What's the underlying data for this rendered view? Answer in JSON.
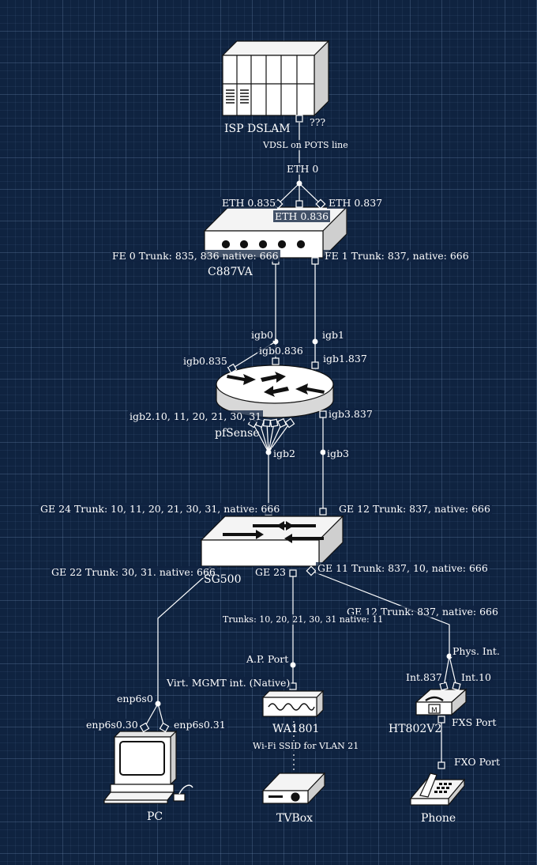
{
  "devices": {
    "dslam": "ISP DSLAM",
    "router": "C887VA",
    "firewall": "pfSense",
    "switch": "SG500",
    "pc": "PC",
    "ap": "WA1801",
    "tvbox": "TVBox",
    "ata": "HT802V2",
    "phone": "Phone"
  },
  "ports": {
    "dslam_port": "???",
    "vdsl_link": "VDSL on POTS line",
    "eth0": "ETH 0",
    "eth0835": "ETH 0.835",
    "eth0836": "ETH 0.836",
    "eth0837": "ETH 0.837",
    "fe0": "FE 0 Trunk: 835, 836 native: 666",
    "fe1": "FE 1 Trunk: 837, native: 666",
    "igb0": "igb0",
    "igb0836": "igb0.836",
    "igb0835": "igb0.835",
    "igb1": "igb1",
    "igb1837": "igb1.837",
    "igb2vlans": "igb2.10, 11, 20, 21, 30, 31",
    "igb3837": "igb3.837",
    "igb2": "igb2",
    "igb3": "igb3",
    "ge24": "GE 24 Trunk: 10, 11, 20, 21, 30, 31, native: 666",
    "ge12sw": "GE 12 Trunk: 837, native: 666",
    "ge22": "GE 22 Trunk: 30, 31. native: 666",
    "ge23": "GE 23",
    "ge11": "GE 11 Trunk: 837, 10, native: 666",
    "ge12ata": "GE 12 Trunk: 837, native: 666",
    "trunks_ap": "Trunks: 10, 20, 21, 30, 31 native: 11",
    "ap_port": "A.P. Port",
    "virt_mgmt": "Virt. MGMT int. (Native)",
    "wifi_ssid": "Wi-Fi SSID for VLAN 21",
    "enp6s0": "enp6s0",
    "enp6s030": "enp6s0.30",
    "enp6s031": "enp6s0.31",
    "phys_int": "Phys. Int.",
    "int837": "Int.837",
    "int10": "Int.10",
    "fxs": "FXS Port",
    "fxo": "FXO Port"
  }
}
